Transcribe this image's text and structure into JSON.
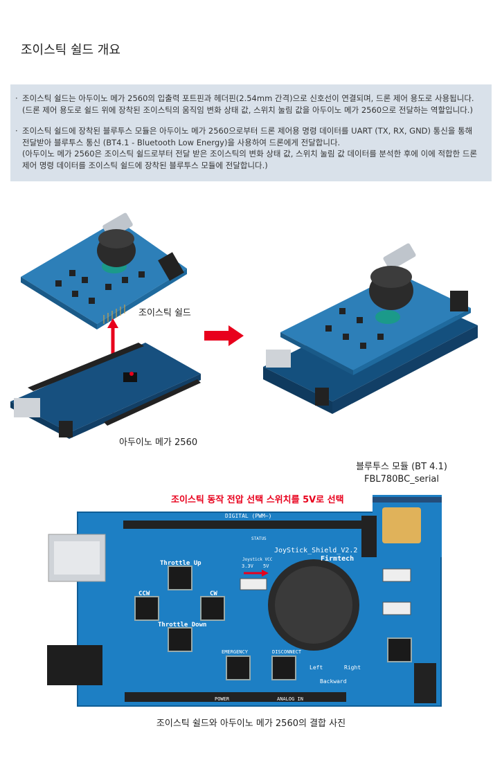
{
  "header": {
    "title": "조이스틱 쉴드 개요"
  },
  "info": {
    "bullet1_line1": "조이스틱 쉴드는 아두이노 메가 2560의 입출력 포트핀과 헤더핀(2.54mm 간격)으로 신호선이 연결되며, 드론 제어 용도로 사용됩니다.",
    "bullet1_line2": "(드론 제어 용도로 쉴드 위에 장착된 조이스틱의 움직임 변화 상태 값, 스위치 눌림 값을 아두이노 메가 2560으로 전달하는 역할입니다.)",
    "bullet2_line1": "조이스틱 쉴드에 장착된 블루투스 모듈은 아두이노 메가 2560으로부터 드론 제어용 명령 데이터를 UART (TX, RX, GND) 통신을 통해",
    "bullet2_line2": "전달받아 블루투스 통신 (BT4.1 - Bluetooth Low Energy)을 사용하여 드론에게 전달합니다.",
    "bullet2_line3": "(아두이노 메가 2560은 조이스틱 쉴드로부터 전달 받은 조이스틱의 변화 상태 값, 스위치 눌림 값 데이터를 분석한 후에 이에  적합한 드론",
    "bullet2_line4": "제어 명령 데이터를 조이스틱 쉴드에 장착된 블루투스 모듈에 전달합니다.)"
  },
  "captions": {
    "shield": "조이스틱 쉴드",
    "mega": "아두이노 메가 2560",
    "bt_module_line1": "블루투스 모듈 (BT 4.1)",
    "bt_module_line2": "FBL780BC_serial",
    "voltage_note": "조이스틱 동작 전압 선택 스위치를 5V로 선택",
    "combined": "조이스틱 쉴드와 아두이노 메가 2560의 결합 사진"
  },
  "board_labels": {
    "digital": "DIGITAL (PWM~)",
    "shield_name": "JoyStick_Shield_V2.2",
    "brand": "Firmtech",
    "throttle_up": "Throttle Up",
    "throttle_down": "Throttle Down",
    "ccw": "CCW",
    "cw": "CW",
    "left": "Left",
    "right": "Right",
    "backward": "Backward",
    "emergency": "EMERGENCY",
    "disconnect": "DISCONNECT",
    "power": "POWER",
    "analog_in": "ANALOG IN",
    "v33": "3.3V",
    "v5": "5V",
    "joystick_vcc": "Joystick VCC",
    "status": "STATUS"
  },
  "colors": {
    "board": "#1d7fc4",
    "mega": "#14507e",
    "accent_red": "#e8001c",
    "info_bg": "#d9e1ea"
  }
}
